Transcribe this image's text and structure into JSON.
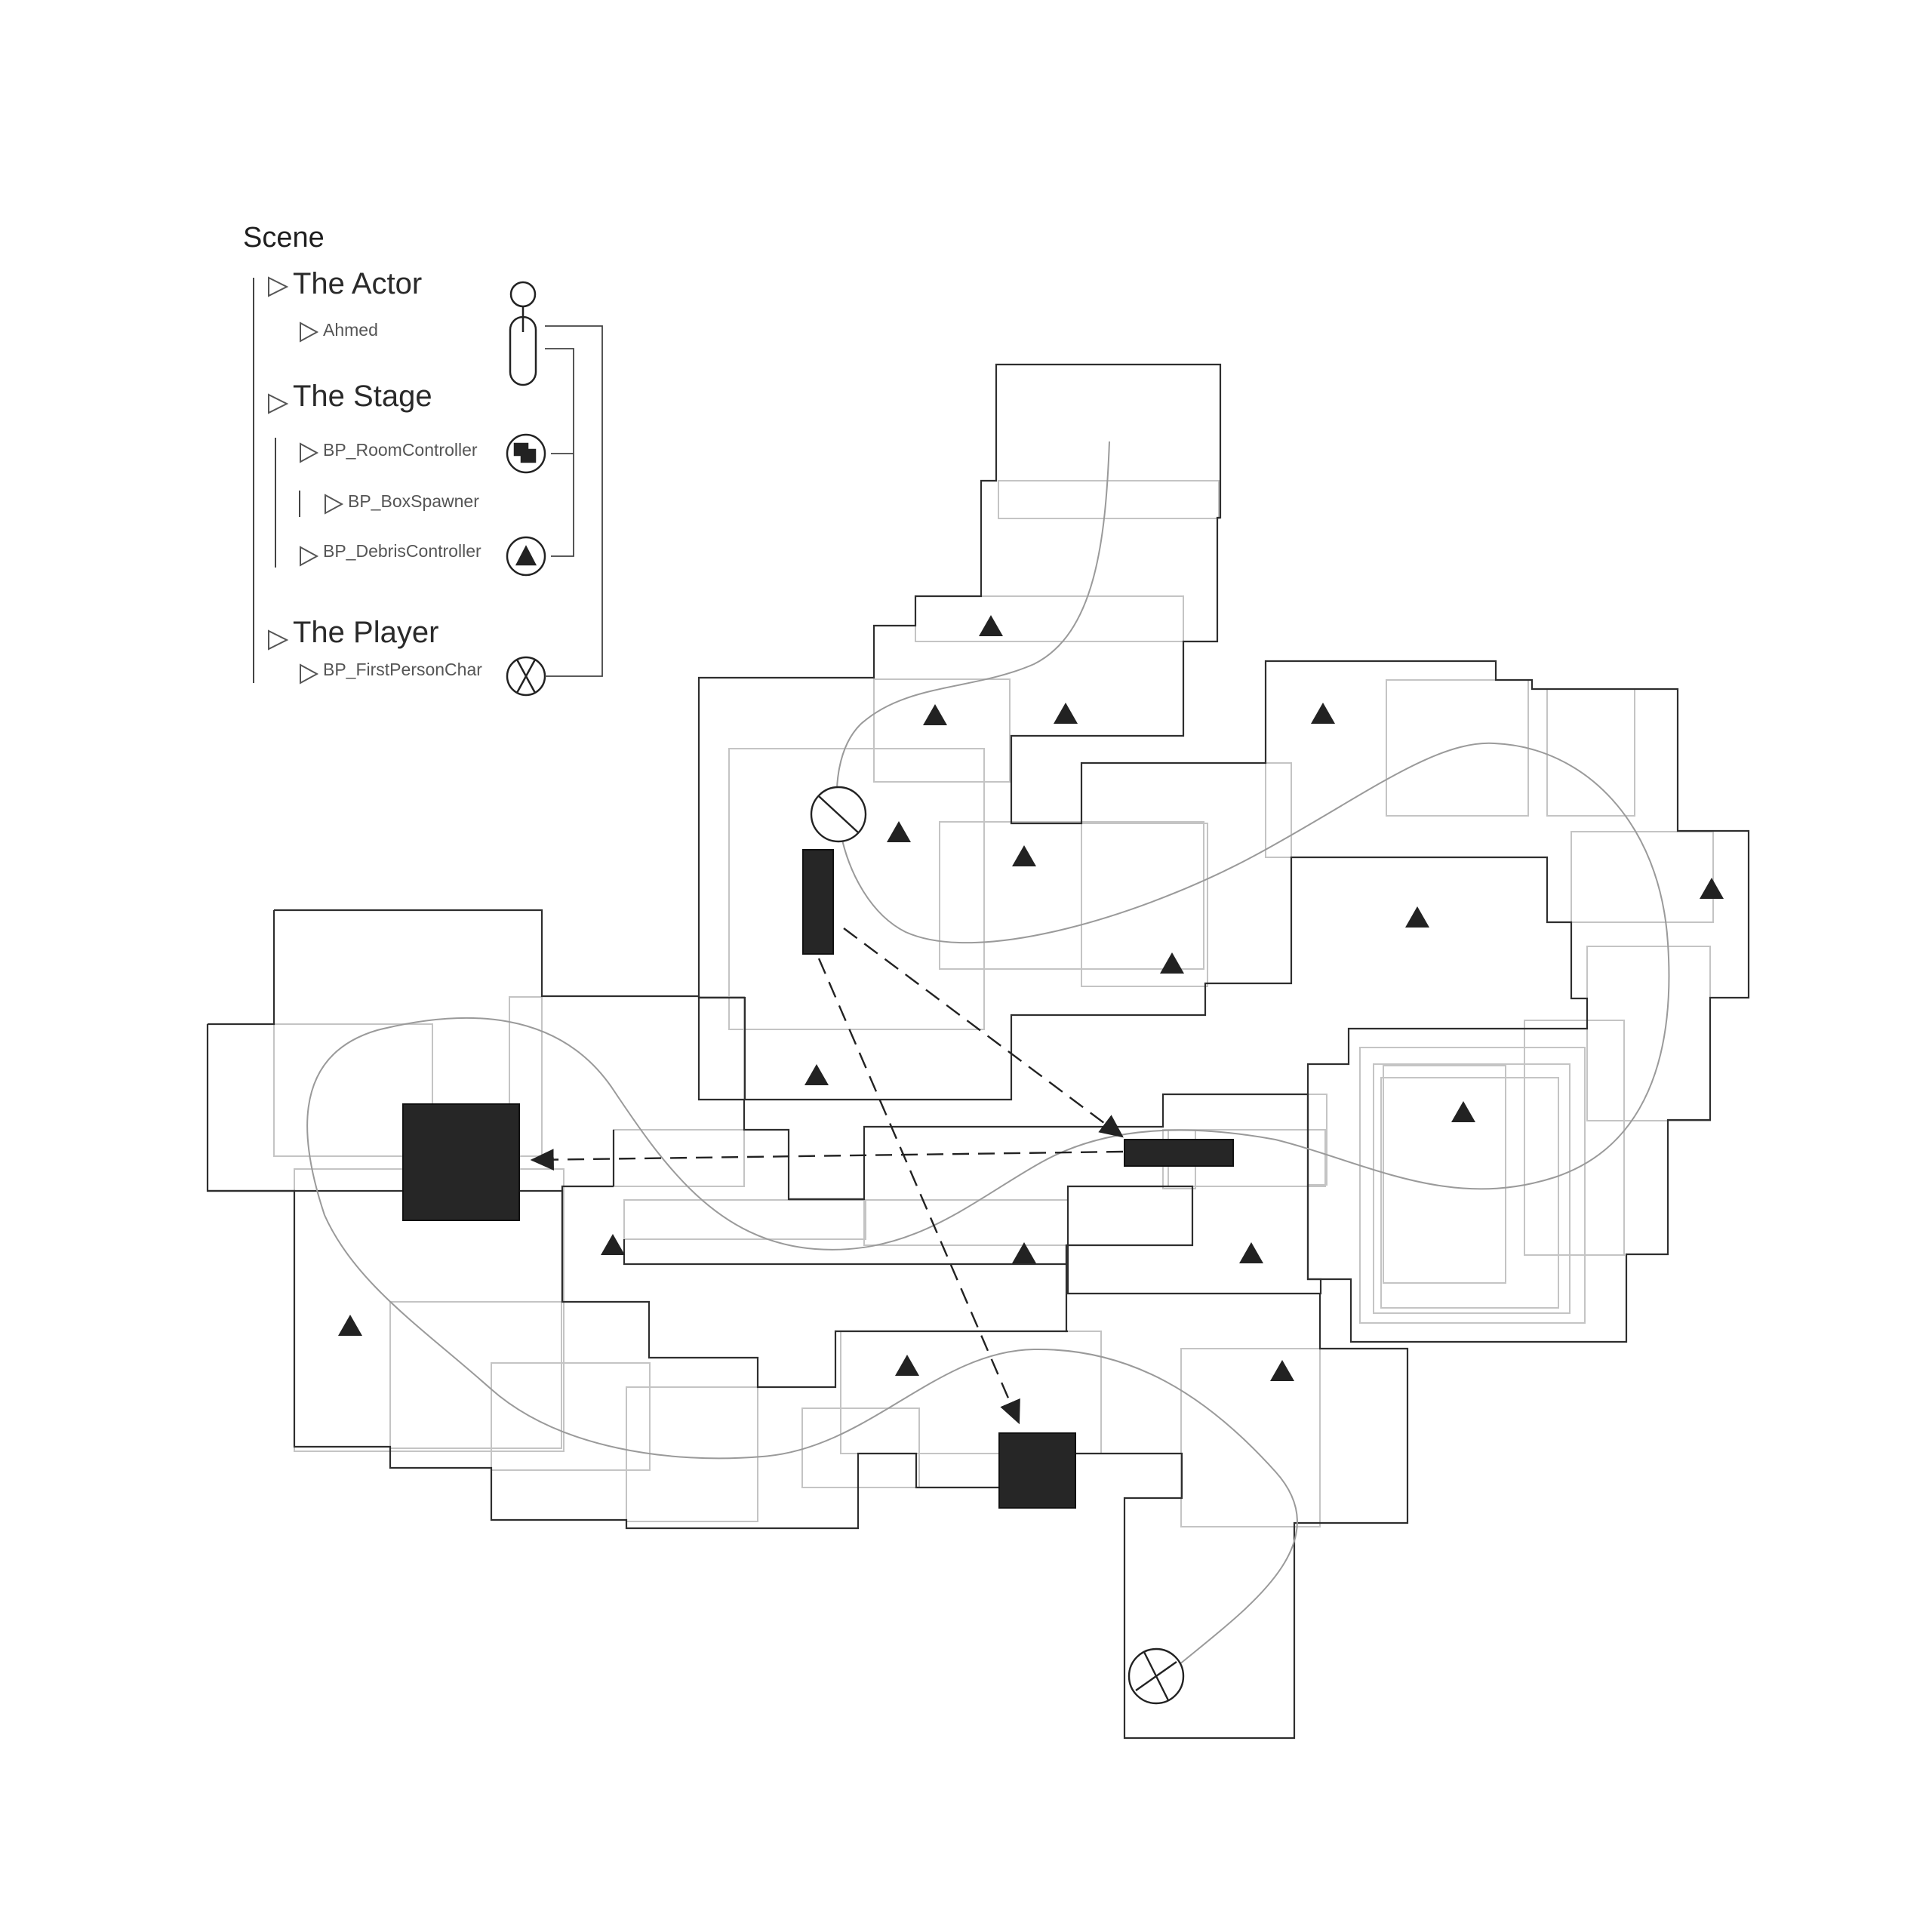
{
  "scene_tree": {
    "title": "Scene",
    "groups": [
      {
        "label": "The Actor",
        "children": [
          "Ahmed"
        ],
        "icon": "actor-figure-icon"
      },
      {
        "label": "The Stage",
        "children": [
          "BP_RoomController",
          "BP_BoxSpawner",
          "BP_DebrisController"
        ],
        "icons": [
          "room-controller-icon",
          "debris-controller-icon"
        ]
      },
      {
        "label": "The Player",
        "children": [
          "BP_FirstPersonChar"
        ],
        "icon": "first-person-char-icon"
      }
    ]
  },
  "legend_icons": [
    "expand-triangle-icon",
    "actor-figure-icon",
    "room-controller-icon",
    "debris-controller-icon",
    "first-person-char-icon"
  ],
  "colors": {
    "wall": "#2b2b2b",
    "room_overlay": "#bdbdbd",
    "path": "#9a9a9a",
    "box": "#262626"
  }
}
